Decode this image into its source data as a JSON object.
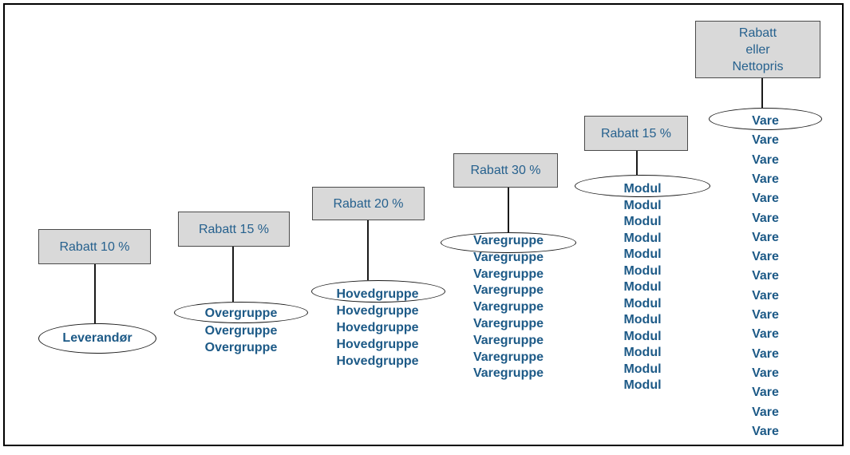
{
  "diagram": {
    "levels": [
      {
        "discount": "Rabatt 10 %",
        "label": "Leverandør",
        "count": 1
      },
      {
        "discount": "Rabatt 15 %",
        "label": "Overgruppe",
        "count": 3
      },
      {
        "discount": "Rabatt 20 %",
        "label": "Hovedgruppe",
        "count": 5
      },
      {
        "discount": "Rabatt 30 %",
        "label": "Varegruppe",
        "count": 9
      },
      {
        "discount": "Rabatt 15 %",
        "label": "Modul",
        "count": 13
      },
      {
        "discount": "Rabatt\neller\nNettopris",
        "label": "Vare",
        "count": 17
      }
    ],
    "colors": {
      "frame_border": "#000000",
      "box_fill": "#d9d9d9",
      "box_border": "#4a4a4a",
      "box_text": "#26618e",
      "label_text": "#1d5a87",
      "connector": "#1a1a1a"
    }
  }
}
